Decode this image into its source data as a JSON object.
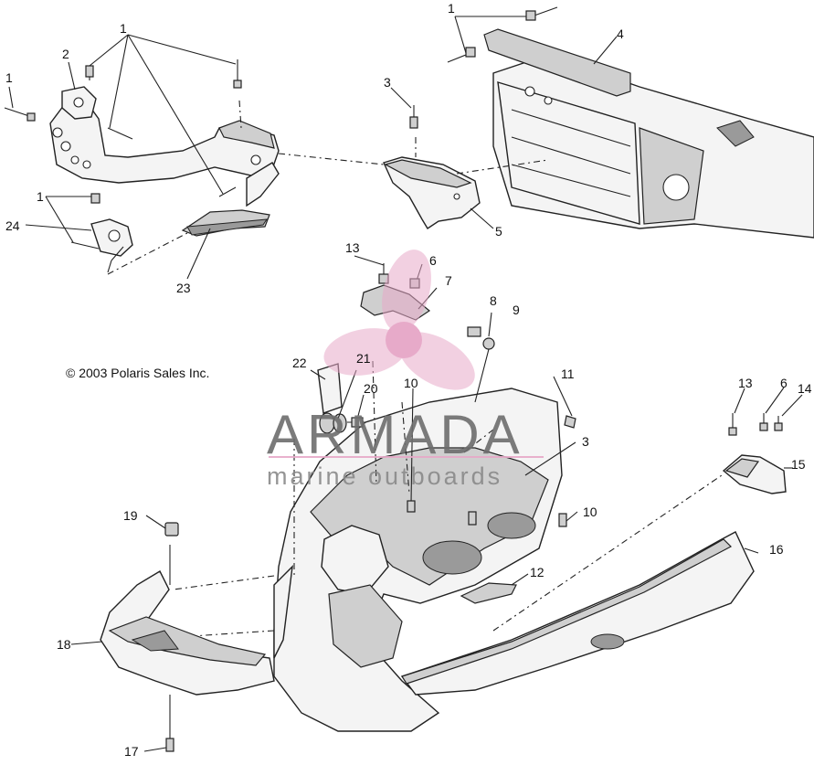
{
  "copyright": "© 2003 Polaris Sales Inc.",
  "watermark": {
    "brand": "ARMADA",
    "tagline": "marine outboards",
    "brand_color": "#6d6d6d",
    "accent_color": "#e7a9c8"
  },
  "callouts": [
    "1",
    "2",
    "1",
    "1",
    "24",
    "23",
    "3",
    "1",
    "4",
    "5",
    "13",
    "6",
    "7",
    "8",
    "9",
    "22",
    "21",
    "10",
    "11",
    "20",
    "3",
    "10",
    "12",
    "19",
    "18",
    "17",
    "13",
    "6",
    "14",
    "15",
    "16"
  ]
}
